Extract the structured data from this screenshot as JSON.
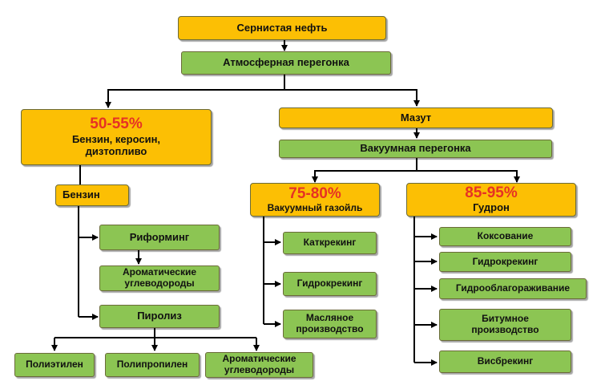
{
  "title": "Сернистая нефть",
  "step1": "Атмосферная перегонка",
  "light": {
    "percent": "50-55%",
    "label": "Бензин, керосин, дизтопливо"
  },
  "mazut": "Мазут",
  "vacuum": "Вакуумная перегонка",
  "benzin": {
    "label": "Бензин",
    "reforming": "Риформинг",
    "aromatics": "Ароматические углеводороды",
    "pyrolysis": "Пиролиз",
    "products": [
      "Полиэтилен",
      "Полипропилен",
      "Ароматические углеводороды"
    ]
  },
  "gasoil": {
    "percent": "75-80%",
    "label": "Вакуумный газойль",
    "items": [
      "Каткрекинг",
      "Гидрокрекинг",
      "Масляное производство"
    ]
  },
  "gudron": {
    "percent": "85-95%",
    "label": "Гудрон",
    "items": [
      "Коксование",
      "Гидрокрекинг",
      "Гидрооблагораживание",
      "Битумное производство",
      "Висбрекинг"
    ]
  },
  "colors": {
    "orange": "#fcbf04",
    "green": "#8cc553",
    "red": "#e63224",
    "line": "#000000"
  }
}
